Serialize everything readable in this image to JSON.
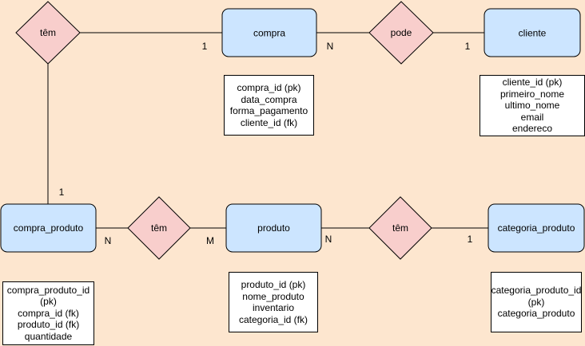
{
  "colors": {
    "background": "#fde6cf",
    "entity_fill": "#cce5ff",
    "relationship_fill": "#f8cecc",
    "attribute_fill": "#ffffff",
    "line": "#000000"
  },
  "entities": {
    "compra": "compra",
    "cliente": "cliente",
    "compra_produto": "compra_produto",
    "produto": "produto",
    "categoria_produto": "categoria_produto"
  },
  "relationships": {
    "tem_compra_produto": "têm",
    "pode": "pode",
    "tem_produto_compra": "têm",
    "tem_produto_categoria": "têm"
  },
  "cardinalities": {
    "compra_tem": "1",
    "compra_pode": "N",
    "cliente_pode": "1",
    "compra_produto_tem_top": "1",
    "compra_produto_tem_right": "N",
    "produto_tem_left": "M",
    "produto_tem_right": "N",
    "categoria_tem": "1"
  },
  "attributes": {
    "compra": [
      "compra_id (pk)",
      "data_compra",
      "forma_pagamento",
      "cliente_id (fk)"
    ],
    "cliente": [
      "cliente_id (pk)",
      "primeiro_nome",
      "ultimo_nome",
      "email",
      "endereco"
    ],
    "compra_produto": [
      "compra_produto_id",
      "(pk)",
      "compra_id (fk)",
      "produto_id (fk)",
      "quantidade"
    ],
    "produto": [
      "produto_id (pk)",
      "nome_produto",
      "inventario",
      "categoria_id (fk)"
    ],
    "categoria_produto": [
      "categoria_produto_id",
      "(pk)",
      "categoria_produto"
    ]
  }
}
